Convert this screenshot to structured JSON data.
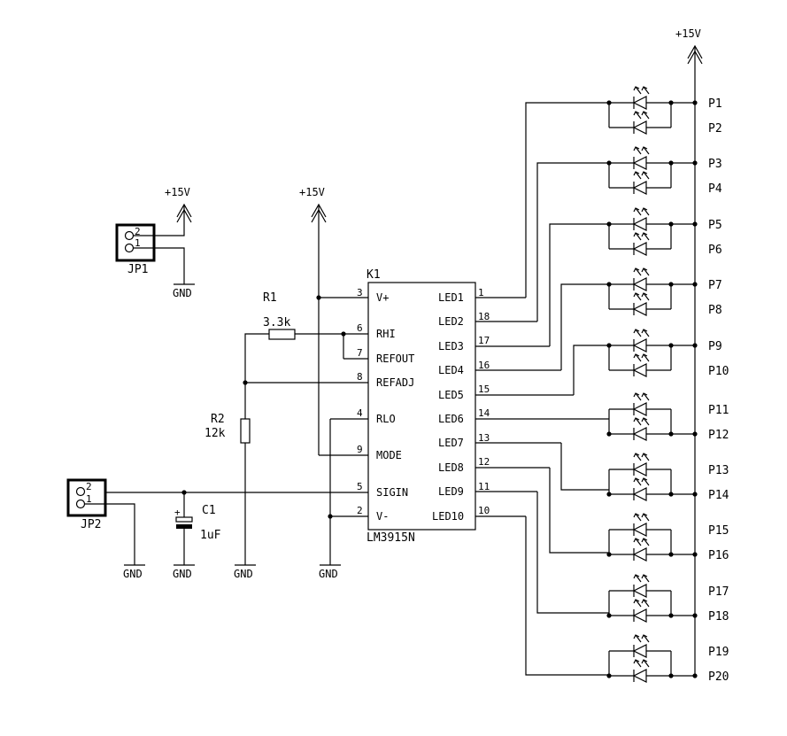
{
  "ic": {
    "ref": "K1",
    "part": "LM3915N",
    "left_pins": [
      {
        "num": "3",
        "name": "V+"
      },
      {
        "num": "6",
        "name": "RHI"
      },
      {
        "num": "7",
        "name": "REFOUT"
      },
      {
        "num": "8",
        "name": "REFADJ"
      },
      {
        "num": "4",
        "name": "RLO"
      },
      {
        "num": "9",
        "name": "MODE"
      },
      {
        "num": "5",
        "name": "SIGIN"
      },
      {
        "num": "2",
        "name": "V-"
      }
    ],
    "right_pins": [
      {
        "num": "1",
        "name": "LED1"
      },
      {
        "num": "18",
        "name": "LED2"
      },
      {
        "num": "17",
        "name": "LED3"
      },
      {
        "num": "16",
        "name": "LED4"
      },
      {
        "num": "15",
        "name": "LED5"
      },
      {
        "num": "14",
        "name": "LED6"
      },
      {
        "num": "13",
        "name": "LED7"
      },
      {
        "num": "12",
        "name": "LED8"
      },
      {
        "num": "11",
        "name": "LED9"
      },
      {
        "num": "10",
        "name": "LED10"
      }
    ]
  },
  "r1": {
    "ref": "R1",
    "value": "3.3k"
  },
  "r2": {
    "ref": "R2",
    "value": "12k"
  },
  "c1": {
    "ref": "C1",
    "value": "1uF",
    "polarity": "+"
  },
  "jp1": {
    "ref": "JP1",
    "pin_a": "2",
    "pin_b": "1"
  },
  "jp2": {
    "ref": "JP2",
    "pin_a": "2",
    "pin_b": "1"
  },
  "power": {
    "v15_top": "+15V",
    "v15_ic": "+15V",
    "v15_jp1": "+15V",
    "gnd": "GND"
  },
  "led_labels": [
    "P1",
    "P2",
    "P3",
    "P4",
    "P5",
    "P6",
    "P7",
    "P8",
    "P9",
    "P10",
    "P11",
    "P12",
    "P13",
    "P14",
    "P15",
    "P16",
    "P17",
    "P18",
    "P19",
    "P20"
  ]
}
